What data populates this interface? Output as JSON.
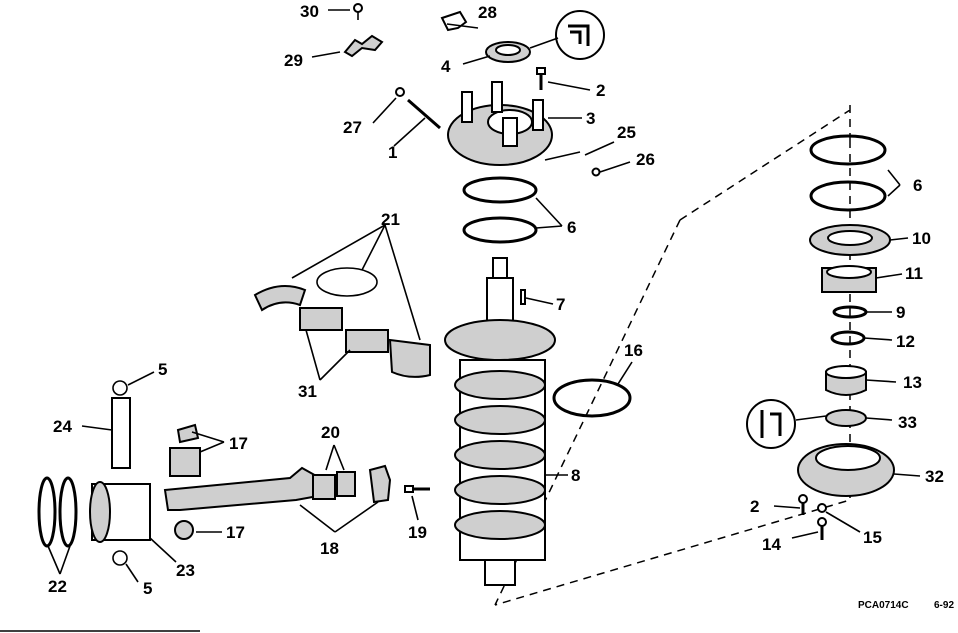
{
  "callouts": {
    "c1": "1",
    "c2a": "2",
    "c2b": "2",
    "c3": "3",
    "c4": "4",
    "c5a": "5",
    "c5b": "5",
    "c6a": "6",
    "c6b": "6",
    "c7": "7",
    "c8": "8",
    "c9": "9",
    "c10": "10",
    "c11": "11",
    "c12": "12",
    "c13": "13",
    "c14": "14",
    "c15": "15",
    "c16": "16",
    "c17a": "17",
    "c17b": "17",
    "c18": "18",
    "c19": "19",
    "c20": "20",
    "c21": "21",
    "c22": "22",
    "c23": "23",
    "c24": "24",
    "c25": "25",
    "c26": "26",
    "c27": "27",
    "c28": "28",
    "c29": "29",
    "c30": "30",
    "c31": "31",
    "c32": "32",
    "c33": "33"
  },
  "footer": {
    "code": "PCA0714C",
    "date": "6-92"
  }
}
